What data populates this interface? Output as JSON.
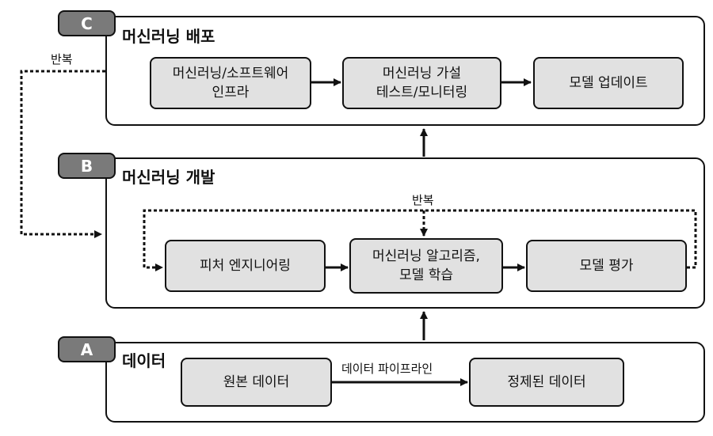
{
  "sections": {
    "c": {
      "badge": "C",
      "title": "머신러닝 배포"
    },
    "b": {
      "badge": "B",
      "title": "머신러닝 개발"
    },
    "a": {
      "badge": "A",
      "title": "데이터"
    }
  },
  "nodes": {
    "infra": "머신러닝/소프트웨어\n인프라",
    "hypothesis_test": "머신러닝 가설\n테스트/모니터링",
    "model_update": "모델 업데이트",
    "feature_engineering": "피처 엔지니어링",
    "algorithm_training": "머신러닝 알고리즘,\n모델 학습",
    "model_evaluation": "모델 평가",
    "raw_data": "원본 데이터",
    "clean_data": "정제된 데이터"
  },
  "labels": {
    "outer_repeat": "반복",
    "inner_repeat": "반복",
    "pipeline": "데이터 파이프라인"
  }
}
